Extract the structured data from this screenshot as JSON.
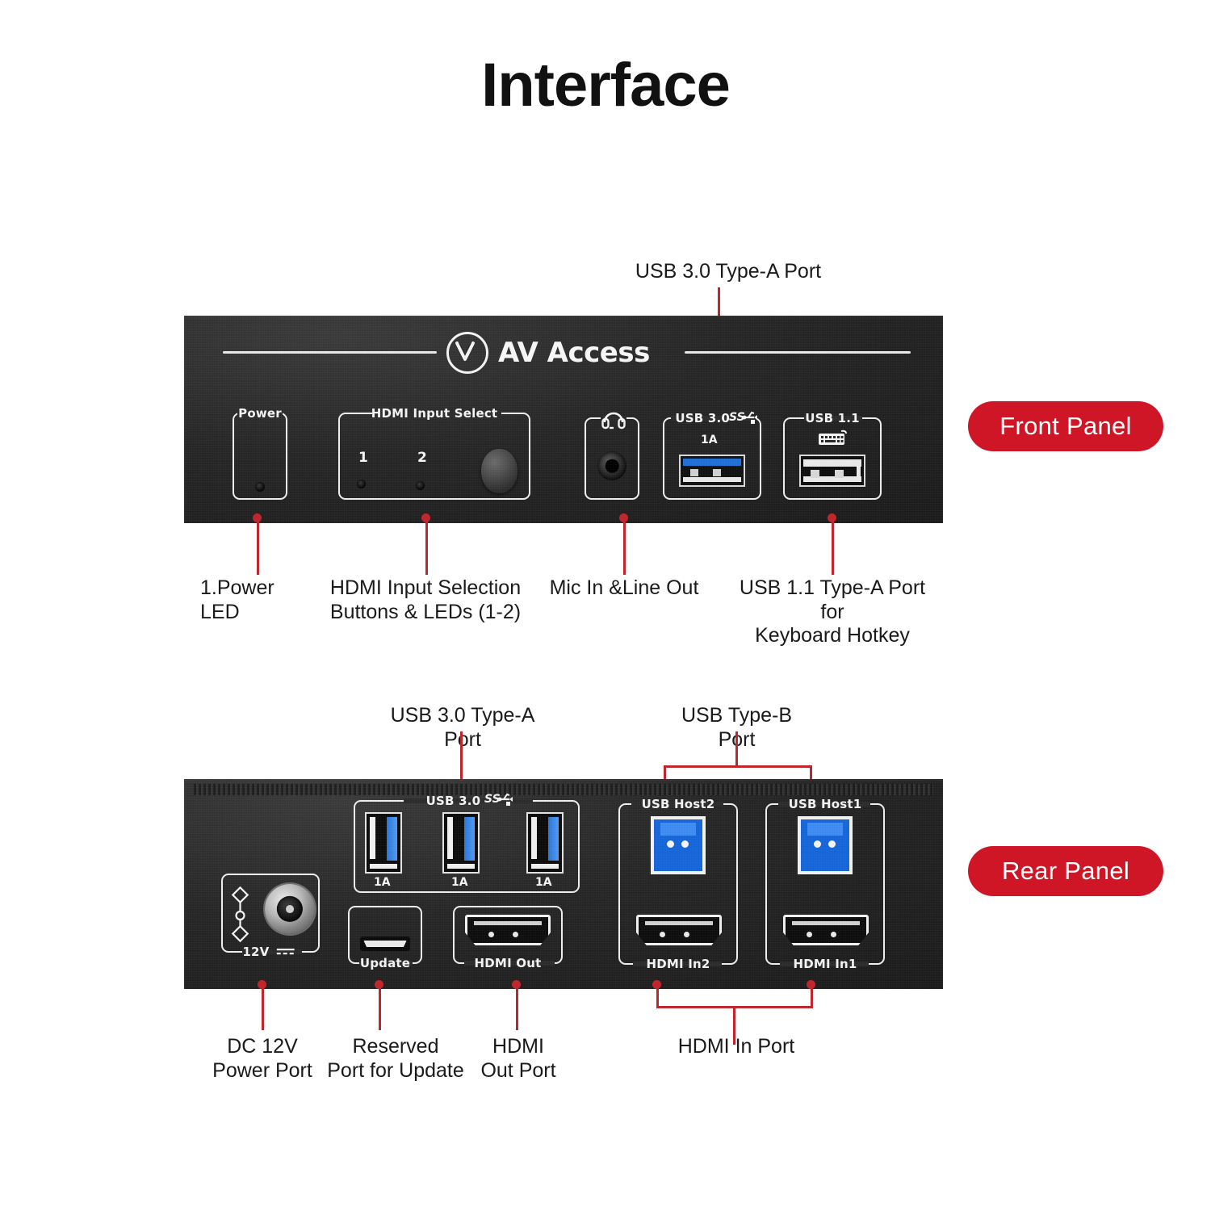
{
  "title": "Interface",
  "colors": {
    "accent_red": "#cf1626",
    "leader_red": "#c0272d",
    "panel_black": "#262626",
    "silkscreen_white": "#f2f2f2",
    "usb3_blue": "#1f6fd6",
    "usbb_blue": "#1565d8"
  },
  "badges": {
    "front": "Front Panel",
    "rear": "Rear Panel"
  },
  "front_panel": {
    "brand": "AV Access",
    "brand_icon": "av-access-logo-icon",
    "silkscreen": {
      "power": "Power",
      "hdmi_input_select": "HDMI Input Select",
      "led_1": "1",
      "led_2": "2",
      "mic_icon": "headset-icon",
      "usb30": "USB 3.0",
      "usb30_icon": "usb-superspeed-icon",
      "usb30_current": "1A",
      "usb11": "USB 1.1",
      "usb11_icon": "keyboard-icon"
    },
    "callouts": {
      "usb30_type_a": "USB 3.0 Type-A Port",
      "power_led": "1.Power LED",
      "hdmi_input_buttons": "HDMI Input Selection\nButtons & LEDs (1-2)",
      "mic_line": "Mic In &Line Out",
      "usb11_keyboard": "USB 1.1 Type-A Port for\nKeyboard Hotkey"
    }
  },
  "rear_panel": {
    "silkscreen": {
      "usb30": "USB 3.0",
      "usb30_icon": "usb-superspeed-icon",
      "usb30_current_1": "1A",
      "usb30_current_2": "1A",
      "usb30_current_3": "1A",
      "dc_12v": "12V",
      "dc_polarity_icon": "dc-polarity-icon",
      "update": "Update",
      "hdmi_out": "HDMI Out",
      "usb_host2": "USB Host2",
      "usb_host1": "USB Host1",
      "hdmi_in2": "HDMI In2",
      "hdmi_in1": "HDMI In1"
    },
    "callouts": {
      "usb30_type_a": "USB 3.0 Type-A Port",
      "usb_type_b": "USB Type-B Port",
      "dc_power": "DC 12V\nPower Port",
      "reserved_update": "Reserved\nPort for Update",
      "hdmi_out": "HDMI\nOut Port",
      "hdmi_in": "HDMI In Port"
    }
  }
}
